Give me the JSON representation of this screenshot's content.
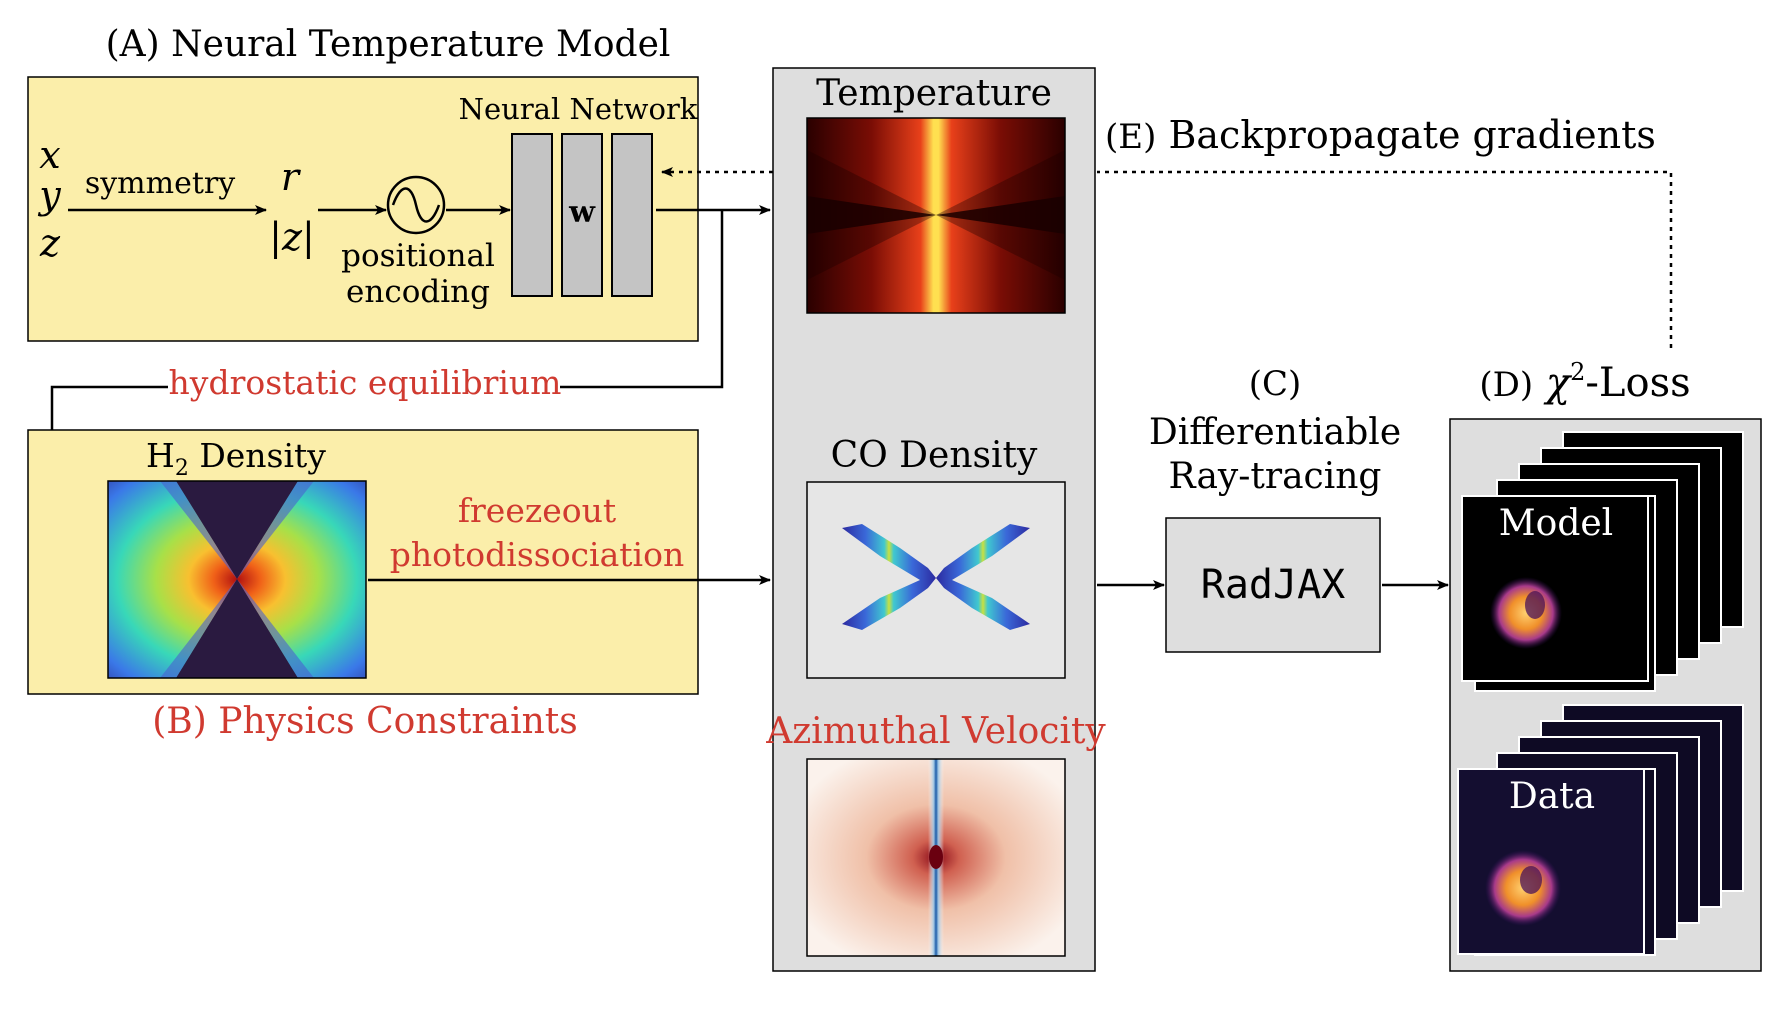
{
  "panel_a": {
    "title": "(A) Neural Temperature Model",
    "inputs": [
      "x",
      "y",
      "z"
    ],
    "symmetry_label": "symmetry",
    "r_label": "r",
    "abs_z_label": "|z|",
    "encoding_label_1": "positional",
    "encoding_label_2": "encoding",
    "network_label": "Neural Network",
    "weights_label": "w"
  },
  "panel_b": {
    "title": "(B) Physics Constraints",
    "hydrostatic_label": "hydrostatic equilibrium",
    "h2_label_prefix": "H",
    "h2_label_sub": "2",
    "h2_label_suffix": " Density",
    "freezeout_label": "freezeout",
    "photodissociation_label": "photodissociation"
  },
  "center_column": {
    "temperature_label": "Temperature",
    "co_density_label": "CO Density",
    "velocity_label": "Azimuthal Velocity"
  },
  "panel_c": {
    "letter": "(C)",
    "line1": "Differentiable",
    "line2": "Ray-tracing",
    "box_label": "RadJAX"
  },
  "panel_d": {
    "letter": "(D)",
    "chi": "χ",
    "sup": "2",
    "loss": "-Loss",
    "model_label": "Model",
    "data_label": "Data"
  },
  "panel_e": {
    "letter": "(E)",
    "label": "Backpropagate gradients"
  },
  "colors": {
    "panel_fill": "#fbeeaa",
    "column_fill": "#dedede",
    "network_fill": "#c4c4c4",
    "red_text": "#d03a30",
    "black": "#000000"
  }
}
